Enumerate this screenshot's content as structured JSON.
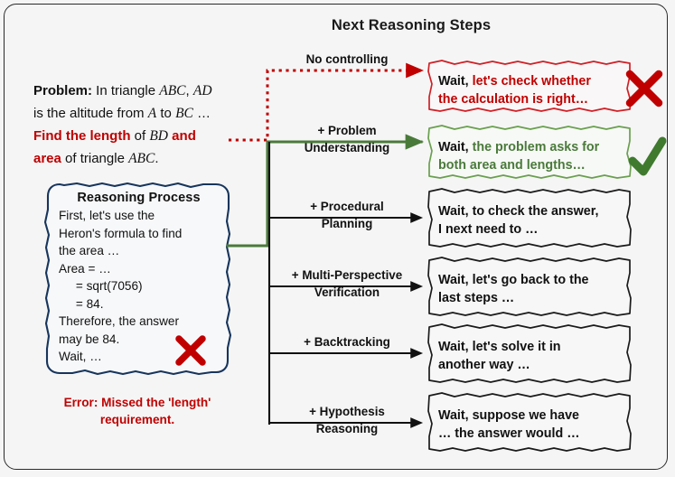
{
  "figure": {
    "background": "#f5f5f5",
    "title": "Next Reasoning Steps"
  },
  "problem": {
    "label": "Problem:",
    "line1_pre": " In triangle ",
    "line1_math1": "ABC",
    "line1_mid": ", ",
    "line1_math2": "AD",
    "line2_pre": "is the altitude from ",
    "line2_math1": "A",
    "line2_mid": " to ",
    "line2_math2": "BC",
    "line2_post": " …",
    "line3_red1": "Find the length",
    "line3_mid": " of ",
    "line3_math": "BD",
    "line3_red2": " and",
    "line4_red": "area",
    "line4_mid": " of triangle ",
    "line4_math": "ABC",
    "line4_post": "."
  },
  "reasoning": {
    "title": "Reasoning Process",
    "lines": [
      "First, let's use the",
      "Heron's formula to find",
      "the area …",
      "Area = …",
      "     = sqrt(7056)",
      "     = 84.",
      "Therefore, the answer",
      "may be 84.",
      "Wait, …"
    ],
    "cross_mark": "✗",
    "error_line1": "Error: Missed the 'length'",
    "error_line2": "requirement.",
    "error_color": "#c00000",
    "border_color": "#17355c"
  },
  "edges": [
    {
      "line1": "No controlling",
      "line2": "",
      "style": "dotted",
      "color": "#c00000"
    },
    {
      "line1": "+ Problem",
      "line2": "Understanding",
      "style": "solid",
      "color": "#4a7a3a"
    },
    {
      "line1": "+ Procedural",
      "line2": "Planning",
      "style": "solid",
      "color": "#111111"
    },
    {
      "line1": "+ Multi-Perspective",
      "line2": "Verification",
      "style": "solid",
      "color": "#111111"
    },
    {
      "line1": "+ Backtracking",
      "line2": "",
      "style": "solid",
      "color": "#111111"
    },
    {
      "line1": "+ Hypothesis",
      "line2": "Reasoning",
      "style": "solid",
      "color": "#111111"
    }
  ],
  "steps": [
    {
      "prefix": "Wait,",
      "prefix_color": "black",
      "body_line1": " let's check whether",
      "body_line2": "the calculation is right…",
      "body_color": "red",
      "border_color": "#cf2026",
      "verdict": "cross",
      "verdict_glyph": "✗"
    },
    {
      "prefix": "Wait,",
      "prefix_color": "black",
      "body_line1": " the problem asks for",
      "body_line2": "both area and lengths…",
      "body_color": "green",
      "border_color": "#6a9f4f",
      "verdict": "check",
      "verdict_glyph": "✓"
    },
    {
      "prefix": "Wait, to check the answer,",
      "prefix_color": "black",
      "body_line1": "",
      "body_line2": "I next need to …",
      "body_color": "black",
      "border_color": "#1a1a1a",
      "verdict": "none",
      "verdict_glyph": ""
    },
    {
      "prefix": "Wait, let's go back to the",
      "prefix_color": "black",
      "body_line1": "",
      "body_line2": "last steps …",
      "body_color": "black",
      "border_color": "#1a1a1a",
      "verdict": "none",
      "verdict_glyph": ""
    },
    {
      "prefix": "Wait, let's solve it in",
      "prefix_color": "black",
      "body_line1": "",
      "body_line2": "another way …",
      "body_color": "black",
      "border_color": "#1a1a1a",
      "verdict": "none",
      "verdict_glyph": ""
    },
    {
      "prefix": "Wait, suppose we have",
      "prefix_color": "black",
      "body_line1": "",
      "body_line2": "… the answer would …",
      "body_color": "black",
      "border_color": "#1a1a1a",
      "verdict": "none",
      "verdict_glyph": ""
    }
  ],
  "colors": {
    "red": "#c00000",
    "green": "#4a7a3a",
    "navy": "#17355c",
    "black": "#111111",
    "box_red_border": "#cf2026",
    "box_green_border": "#6a9f4f"
  }
}
